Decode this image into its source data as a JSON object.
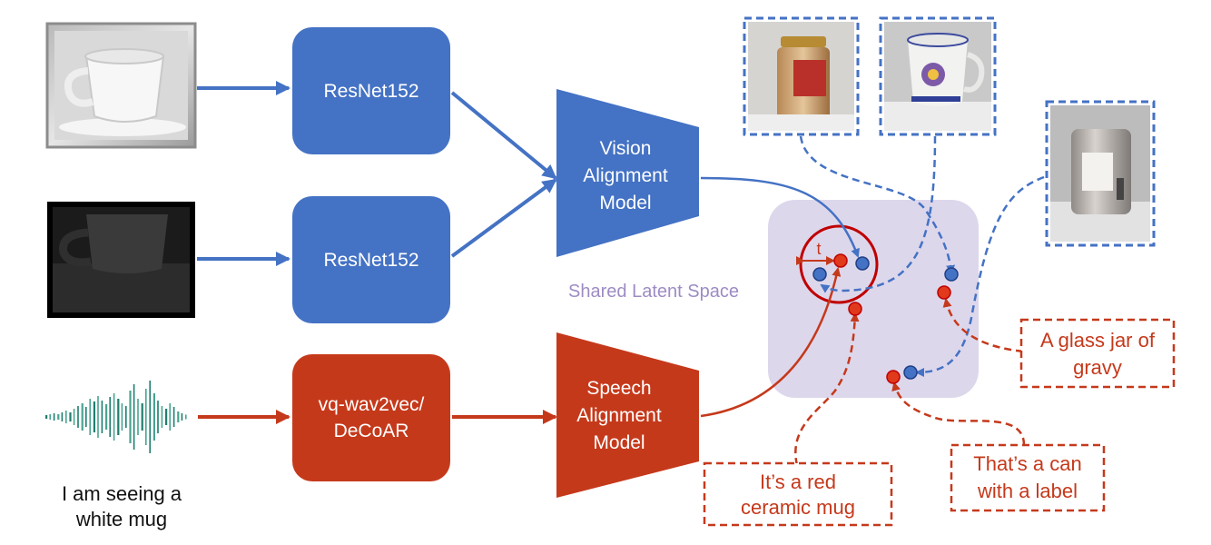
{
  "encoders": {
    "rgb": "ResNet152",
    "depth": "ResNet152",
    "speech": [
      "vq-wav2vec/",
      "DeCoAR"
    ]
  },
  "alignment": {
    "vision": [
      "Vision",
      "Alignment",
      "Model"
    ],
    "speech": [
      "Speech",
      "Alignment",
      "Model"
    ]
  },
  "latent": {
    "label": "Shared Latent Space",
    "threshold": "t"
  },
  "utterance": [
    "I am seeing a",
    "white mug"
  ],
  "captions": {
    "jar": [
      "A glass jar of",
      "gravy"
    ],
    "mug": [
      "It’s a red",
      "ceramic mug"
    ],
    "can": [
      "That’s a can",
      "with a label"
    ]
  },
  "colors": {
    "vision_blue": "#4472c4",
    "speech_red": "#c5391b",
    "latent_purple": "#ddd7ec",
    "latent_text": "#9d8cc4"
  },
  "icons": {
    "rgb_image": "white-mug-photo",
    "depth_image": "depth-map-image",
    "waveform": "audio-waveform-icon",
    "jar_image": "gravy-jar-photo",
    "floral_mug_image": "floral-mug-photo",
    "can_image": "can-photo"
  }
}
